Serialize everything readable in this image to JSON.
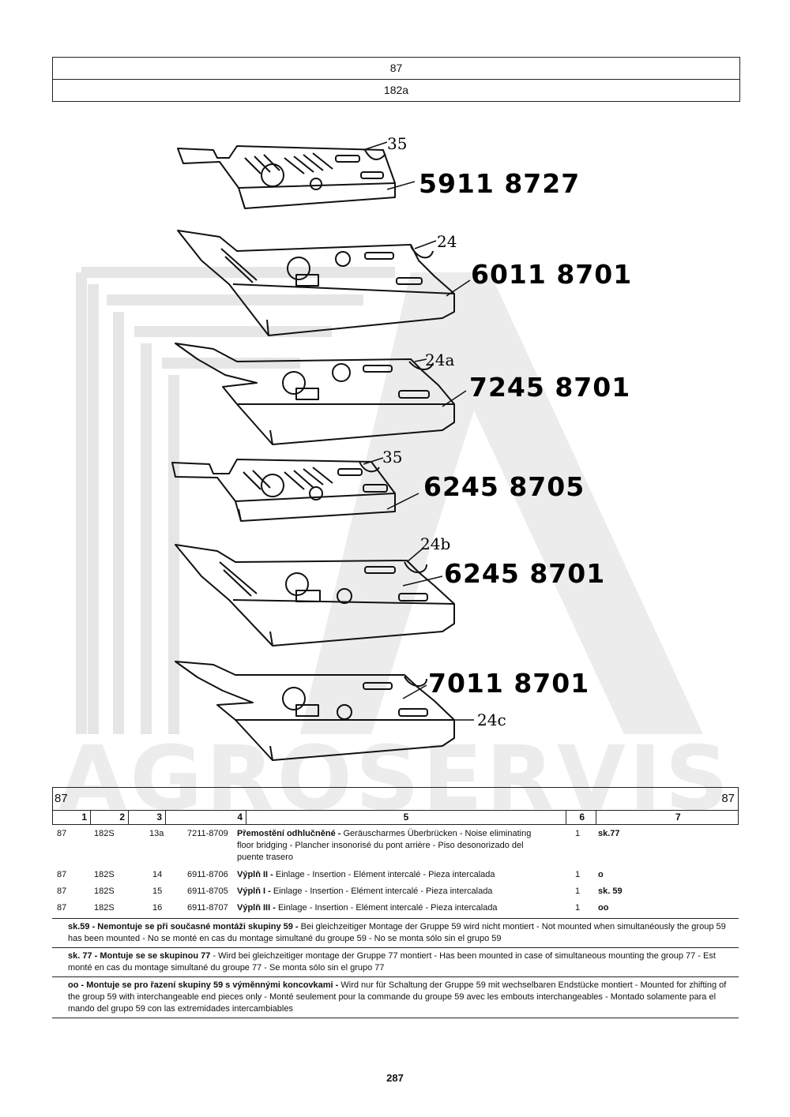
{
  "header": {
    "group": "87",
    "subgroup": "182a"
  },
  "diagram": {
    "parts": [
      {
        "ref": "35",
        "part_number": "5911 8727"
      },
      {
        "ref": "24",
        "part_number": "6011 8701"
      },
      {
        "ref": "24a",
        "part_number": "7245 8701"
      },
      {
        "ref": "35",
        "part_number": "6245 8705"
      },
      {
        "ref": "24b",
        "part_number": "6245 8701"
      },
      {
        "ref": "24c",
        "part_number": "7011 8701"
      }
    ],
    "watermark": "AGROSERVIS"
  },
  "table": {
    "group_left": "87",
    "group_right": "87",
    "columns": [
      "1",
      "2",
      "3",
      "4",
      "5",
      "6",
      "7"
    ],
    "rows": [
      {
        "c1": "87",
        "c2": "182S",
        "c3": "13a",
        "c4": "7211-8709",
        "name": "Přemostění odhlučněné -",
        "desc": "Geräuscharmes Überbrücken - Noise eliminating",
        "desc2": "floor bridging - Plancher insonorisé du pont  arrière - Piso desonorizado del",
        "desc3": "puente trasero",
        "qty": "1",
        "note": "sk.77"
      },
      {
        "c1": "87",
        "c2": "182S",
        "c3": "14",
        "c4": "6911-8706",
        "name": "Výplň II -",
        "desc": "Einlage - Insertion - Elément intercalé - Pieza intercalada",
        "qty": "1",
        "note": "o"
      },
      {
        "c1": "87",
        "c2": "182S",
        "c3": "15",
        "c4": "6911-8705",
        "name": "Výplň I -",
        "desc": "Einlage - Insertion - Elément intercalé - Pieza intercalada",
        "qty": "1",
        "note": "sk. 59"
      },
      {
        "c1": "87",
        "c2": "182S",
        "c3": "16",
        "c4": "6911-8707",
        "name": "Výplň III -",
        "desc": "Einlage - Insertion - Elément intercalé - Pieza intercalada",
        "qty": "1",
        "note": "oo"
      }
    ],
    "notes": [
      {
        "bold": "sk.59 - Nemontuje se při současné montáži skupiny 59 -",
        "text": "Bei gleichzeitiger Montage der  Gruppe 59 wird nicht montiert - Not mounted when simultanéously the group 59",
        "text2": "has been mounted - No se monté en cas du montage simultané du groupe 59 - No se monta sólo sin el grupo 59"
      },
      {
        "bold": "sk. 77 - Montuje se se skupinou 77",
        "text": "- Wird bei gleichzeitiger montage der Gruppe 77 montiert - Has been mounted in case of simultaneous mounting the group 77 - Est",
        "text2": "monté en cas du montage simultané du groupe 77 - Se monta sólo sin el grupo 77"
      },
      {
        "bold": "oo - Montuje se pro řazení skupiny 59 s výměnnými koncovkami -",
        "text": "Wird nur für Schaltung der Gruppe 59 mit wechselbaren Endstücke montiert - Mounted for zhifting of",
        "text2": "the group 59 with interchangeable end pieces only - Monté seulement pour la commande du groupe 59 avec les embouts interchangeables - Montado solamente para el",
        "text3": "mando del grupo 59 con las extremidades intercambiables"
      }
    ]
  },
  "page_number": "287"
}
